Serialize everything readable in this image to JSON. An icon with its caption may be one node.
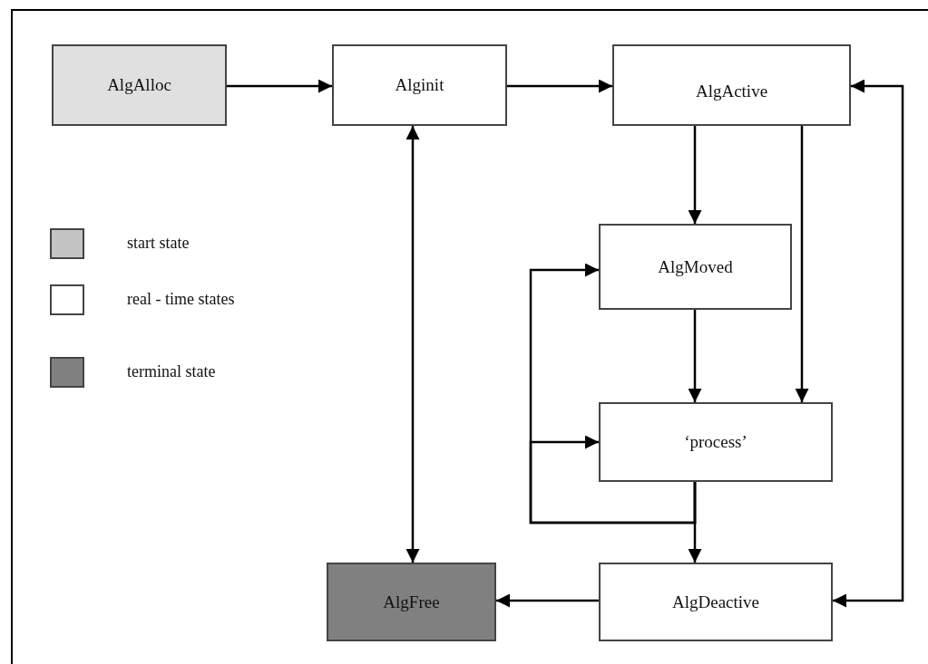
{
  "diagram": {
    "nodes": [
      {
        "text": [
          "AlgAlloc"
        ]
      },
      {
        "text": [
          "Alginit"
        ]
      },
      {
        "text": [
          "AlgActive"
        ]
      },
      {
        "text": [
          "AlgMoved"
        ]
      },
      {
        "text": [
          "‘process’"
        ]
      },
      {
        "text": [
          "AlgFree"
        ]
      },
      {
        "text": [
          "AlgDeactive"
        ]
      }
    ],
    "edges": [
      {
        "from": 0,
        "to": 1,
        "arrow": "to"
      },
      {
        "from": 1,
        "to": 2,
        "arrow": "to"
      },
      {
        "from": 2,
        "to": 3,
        "arrow": "to"
      },
      {
        "from": 2,
        "to": 4,
        "arrow": "to"
      },
      {
        "from": 3,
        "to": 4,
        "arrow": "to"
      },
      {
        "from": 4,
        "to": 6,
        "arrow": "to"
      },
      {
        "from": 4,
        "to": 3,
        "arrow": "to"
      },
      {
        "from": 4,
        "to": 4,
        "arrow": "to"
      },
      {
        "from": 1,
        "to": 5,
        "arrow": "both"
      },
      {
        "from": 6,
        "to": 5,
        "arrow": "to"
      },
      {
        "from": 6,
        "to": 2,
        "arrow": "both"
      }
    ],
    "legend": [
      {
        "text": "start state",
        "color": "#c4c4c4"
      },
      {
        "text": "real - time states",
        "color": "#ffffff"
      },
      {
        "text": "terminal state",
        "color": "#808080"
      }
    ]
  }
}
